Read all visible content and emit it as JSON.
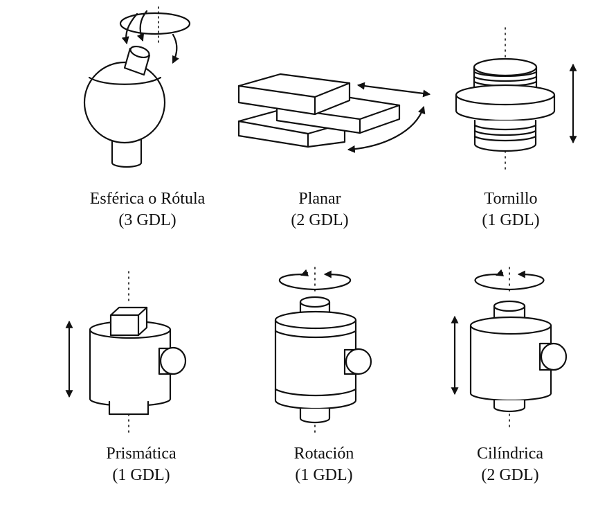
{
  "joints": [
    {
      "id": "esferica",
      "name": "Esférica o Rótula",
      "dof": "(3 GDL)",
      "icon": "spherical-joint"
    },
    {
      "id": "planar",
      "name": "Planar",
      "dof": "(2 GDL)",
      "icon": "planar-joint"
    },
    {
      "id": "tornillo",
      "name": "Tornillo",
      "dof": "(1 GDL)",
      "icon": "screw-joint"
    },
    {
      "id": "prismatica",
      "name": "Prismática",
      "dof": "(1 GDL)",
      "icon": "prismatic-joint"
    },
    {
      "id": "rotacion",
      "name": "Rotación",
      "dof": "(1 GDL)",
      "icon": "revolute-joint"
    },
    {
      "id": "cilindrica",
      "name": "Cilíndrica",
      "dof": "(2 GDL)",
      "icon": "cylindrical-joint"
    }
  ]
}
